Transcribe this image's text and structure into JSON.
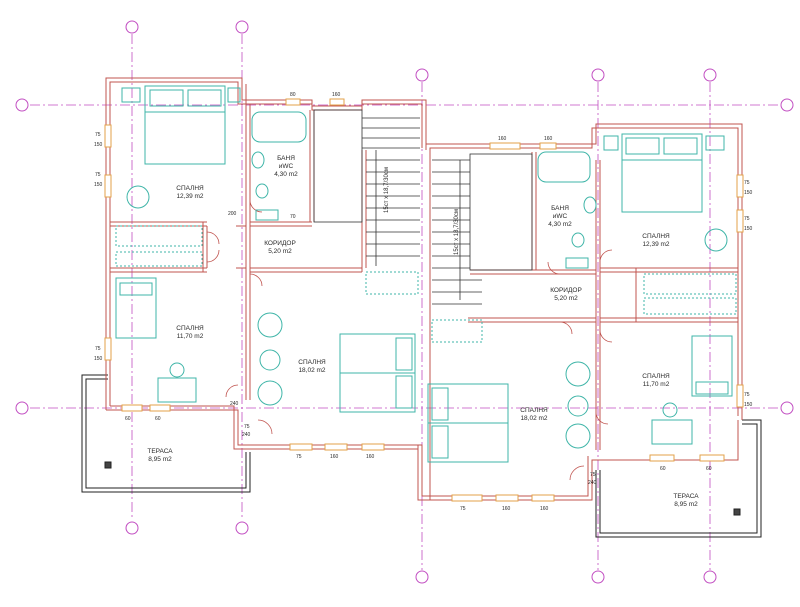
{
  "rooms": {
    "bed_a1": {
      "name": "СПАЛНЯ",
      "area": "12,39 m2"
    },
    "bath_a": {
      "name1": "БАНЯ",
      "name2": "иWC",
      "area": "4,30 m2"
    },
    "corr_a": {
      "name": "КОРИДОР",
      "area": "5,20 m2"
    },
    "bed_a2": {
      "name": "СПАЛНЯ",
      "area": "11,70 m2"
    },
    "bed_a3": {
      "name": "СПАЛНЯ",
      "area": "18,02 m2"
    },
    "ter_a": {
      "name": "ТЕРАСА",
      "area": "8,95 m2"
    },
    "bath_b": {
      "name1": "БАНЯ",
      "name2": "иWC",
      "area": "4,30 m2"
    },
    "bed_b1": {
      "name": "СПАЛНЯ",
      "area": "12,39 m2"
    },
    "corr_b": {
      "name": "КОРИДОР",
      "area": "5,20 m2"
    },
    "bed_b3": {
      "name": "СПАЛНЯ",
      "area": "18,02 m2"
    },
    "bed_b2": {
      "name": "СПАЛНЯ",
      "area": "11,70 m2"
    },
    "ter_b": {
      "name": "ТЕРАСА",
      "area": "8,95 m2"
    }
  },
  "stairs": {
    "a": "15ст x 18,7/30см",
    "b": "15ст x 18,7/30см"
  },
  "dims": {
    "d75": "75",
    "d150": "150",
    "d80": "80",
    "d160": "160",
    "d200": "200",
    "d70": "70",
    "d240": "240",
    "d60": "60"
  },
  "colors": {
    "wall": "#c0544f",
    "furniture": "#3fb5a8",
    "grid_axis": "#c24fc2",
    "window": "#e3a24a",
    "stair": "#333333"
  }
}
